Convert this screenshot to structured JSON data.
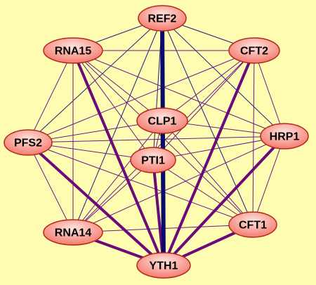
{
  "colors": {
    "background": "#fdfcb0",
    "node_fill_light": "#ffd6d0",
    "node_fill_dark": "#f47a6e",
    "node_stroke": "#b3281c",
    "edge_thin": "#6a1a8a",
    "edge_blue": "#1c1c80",
    "edge_thick": "#6b0a7a",
    "edge_navy": "#0a0a6a"
  },
  "nodes": [
    {
      "id": "REF2",
      "label": "REF2"
    },
    {
      "id": "RNA15",
      "label": "RNA15"
    },
    {
      "id": "CFT2",
      "label": "CFT2"
    },
    {
      "id": "CLP1",
      "label": "CLP1"
    },
    {
      "id": "PTI1",
      "label": "PTI1"
    },
    {
      "id": "PFS2",
      "label": "PFS2"
    },
    {
      "id": "HRP1",
      "label": "HRP1"
    },
    {
      "id": "RNA14",
      "label": "RNA14"
    },
    {
      "id": "CFT1",
      "label": "CFT1"
    },
    {
      "id": "YTH1",
      "label": "YTH1"
    }
  ],
  "edges": [
    {
      "from": "REF2",
      "to": "YTH1",
      "weight": "strongest",
      "color": "navy"
    },
    {
      "from": "REF2",
      "to": "RNA15",
      "weight": "thin",
      "color": "blue"
    },
    {
      "from": "REF2",
      "to": "CFT2",
      "weight": "thin",
      "color": "blue"
    },
    {
      "from": "REF2",
      "to": "CLP1",
      "weight": "thin",
      "color": "blue"
    },
    {
      "from": "REF2",
      "to": "PTI1",
      "weight": "thin",
      "color": "blue"
    },
    {
      "from": "REF2",
      "to": "PFS2",
      "weight": "thin",
      "color": "blue"
    },
    {
      "from": "REF2",
      "to": "HRP1",
      "weight": "thin",
      "color": "blue"
    },
    {
      "from": "REF2",
      "to": "RNA14",
      "weight": "thin",
      "color": "blue"
    },
    {
      "from": "REF2",
      "to": "CFT1",
      "weight": "thin",
      "color": "blue"
    },
    {
      "from": "RNA15",
      "to": "YTH1",
      "weight": "thick",
      "color": "purple"
    },
    {
      "from": "RNA15",
      "to": "CFT2",
      "weight": "thin",
      "color": "purple"
    },
    {
      "from": "RNA15",
      "to": "CLP1",
      "weight": "thin",
      "color": "purple"
    },
    {
      "from": "RNA15",
      "to": "PTI1",
      "weight": "thin",
      "color": "purple"
    },
    {
      "from": "RNA15",
      "to": "PFS2",
      "weight": "thin",
      "color": "purple"
    },
    {
      "from": "RNA15",
      "to": "HRP1",
      "weight": "thin",
      "color": "purple"
    },
    {
      "from": "RNA15",
      "to": "RNA14",
      "weight": "thin",
      "color": "purple"
    },
    {
      "from": "RNA15",
      "to": "CFT1",
      "weight": "thin",
      "color": "purple"
    },
    {
      "from": "CFT2",
      "to": "YTH1",
      "weight": "thick",
      "color": "purple"
    },
    {
      "from": "CFT2",
      "to": "CLP1",
      "weight": "thin",
      "color": "purple"
    },
    {
      "from": "CFT2",
      "to": "PTI1",
      "weight": "thin",
      "color": "purple"
    },
    {
      "from": "CFT2",
      "to": "PFS2",
      "weight": "thin",
      "color": "purple"
    },
    {
      "from": "CFT2",
      "to": "HRP1",
      "weight": "thin",
      "color": "purple"
    },
    {
      "from": "CFT2",
      "to": "RNA14",
      "weight": "thin",
      "color": "purple"
    },
    {
      "from": "CFT2",
      "to": "CFT1",
      "weight": "thin",
      "color": "purple"
    },
    {
      "from": "CLP1",
      "to": "YTH1",
      "weight": "strong",
      "color": "navy"
    },
    {
      "from": "CLP1",
      "to": "PTI1",
      "weight": "thin",
      "color": "purple"
    },
    {
      "from": "CLP1",
      "to": "PFS2",
      "weight": "thin",
      "color": "purple"
    },
    {
      "from": "CLP1",
      "to": "HRP1",
      "weight": "thin",
      "color": "purple"
    },
    {
      "from": "CLP1",
      "to": "RNA14",
      "weight": "thin",
      "color": "purple"
    },
    {
      "from": "CLP1",
      "to": "CFT1",
      "weight": "thin",
      "color": "purple"
    },
    {
      "from": "PTI1",
      "to": "YTH1",
      "weight": "thick",
      "color": "purple"
    },
    {
      "from": "PTI1",
      "to": "PFS2",
      "weight": "thin",
      "color": "purple"
    },
    {
      "from": "PTI1",
      "to": "HRP1",
      "weight": "thin",
      "color": "purple"
    },
    {
      "from": "PTI1",
      "to": "RNA14",
      "weight": "thin",
      "color": "purple"
    },
    {
      "from": "PTI1",
      "to": "CFT1",
      "weight": "thin",
      "color": "purple"
    },
    {
      "from": "PFS2",
      "to": "YTH1",
      "weight": "thick",
      "color": "purple"
    },
    {
      "from": "PFS2",
      "to": "HRP1",
      "weight": "thin",
      "color": "purple"
    },
    {
      "from": "PFS2",
      "to": "RNA14",
      "weight": "thin",
      "color": "purple"
    },
    {
      "from": "PFS2",
      "to": "CFT1",
      "weight": "thin",
      "color": "purple"
    },
    {
      "from": "HRP1",
      "to": "YTH1",
      "weight": "thick",
      "color": "purple"
    },
    {
      "from": "HRP1",
      "to": "RNA14",
      "weight": "thin",
      "color": "purple"
    },
    {
      "from": "HRP1",
      "to": "CFT1",
      "weight": "thin",
      "color": "purple"
    },
    {
      "from": "RNA14",
      "to": "YTH1",
      "weight": "thick",
      "color": "purple"
    },
    {
      "from": "RNA14",
      "to": "CFT1",
      "weight": "thin",
      "color": "purple"
    },
    {
      "from": "CFT1",
      "to": "YTH1",
      "weight": "thick",
      "color": "purple"
    }
  ]
}
